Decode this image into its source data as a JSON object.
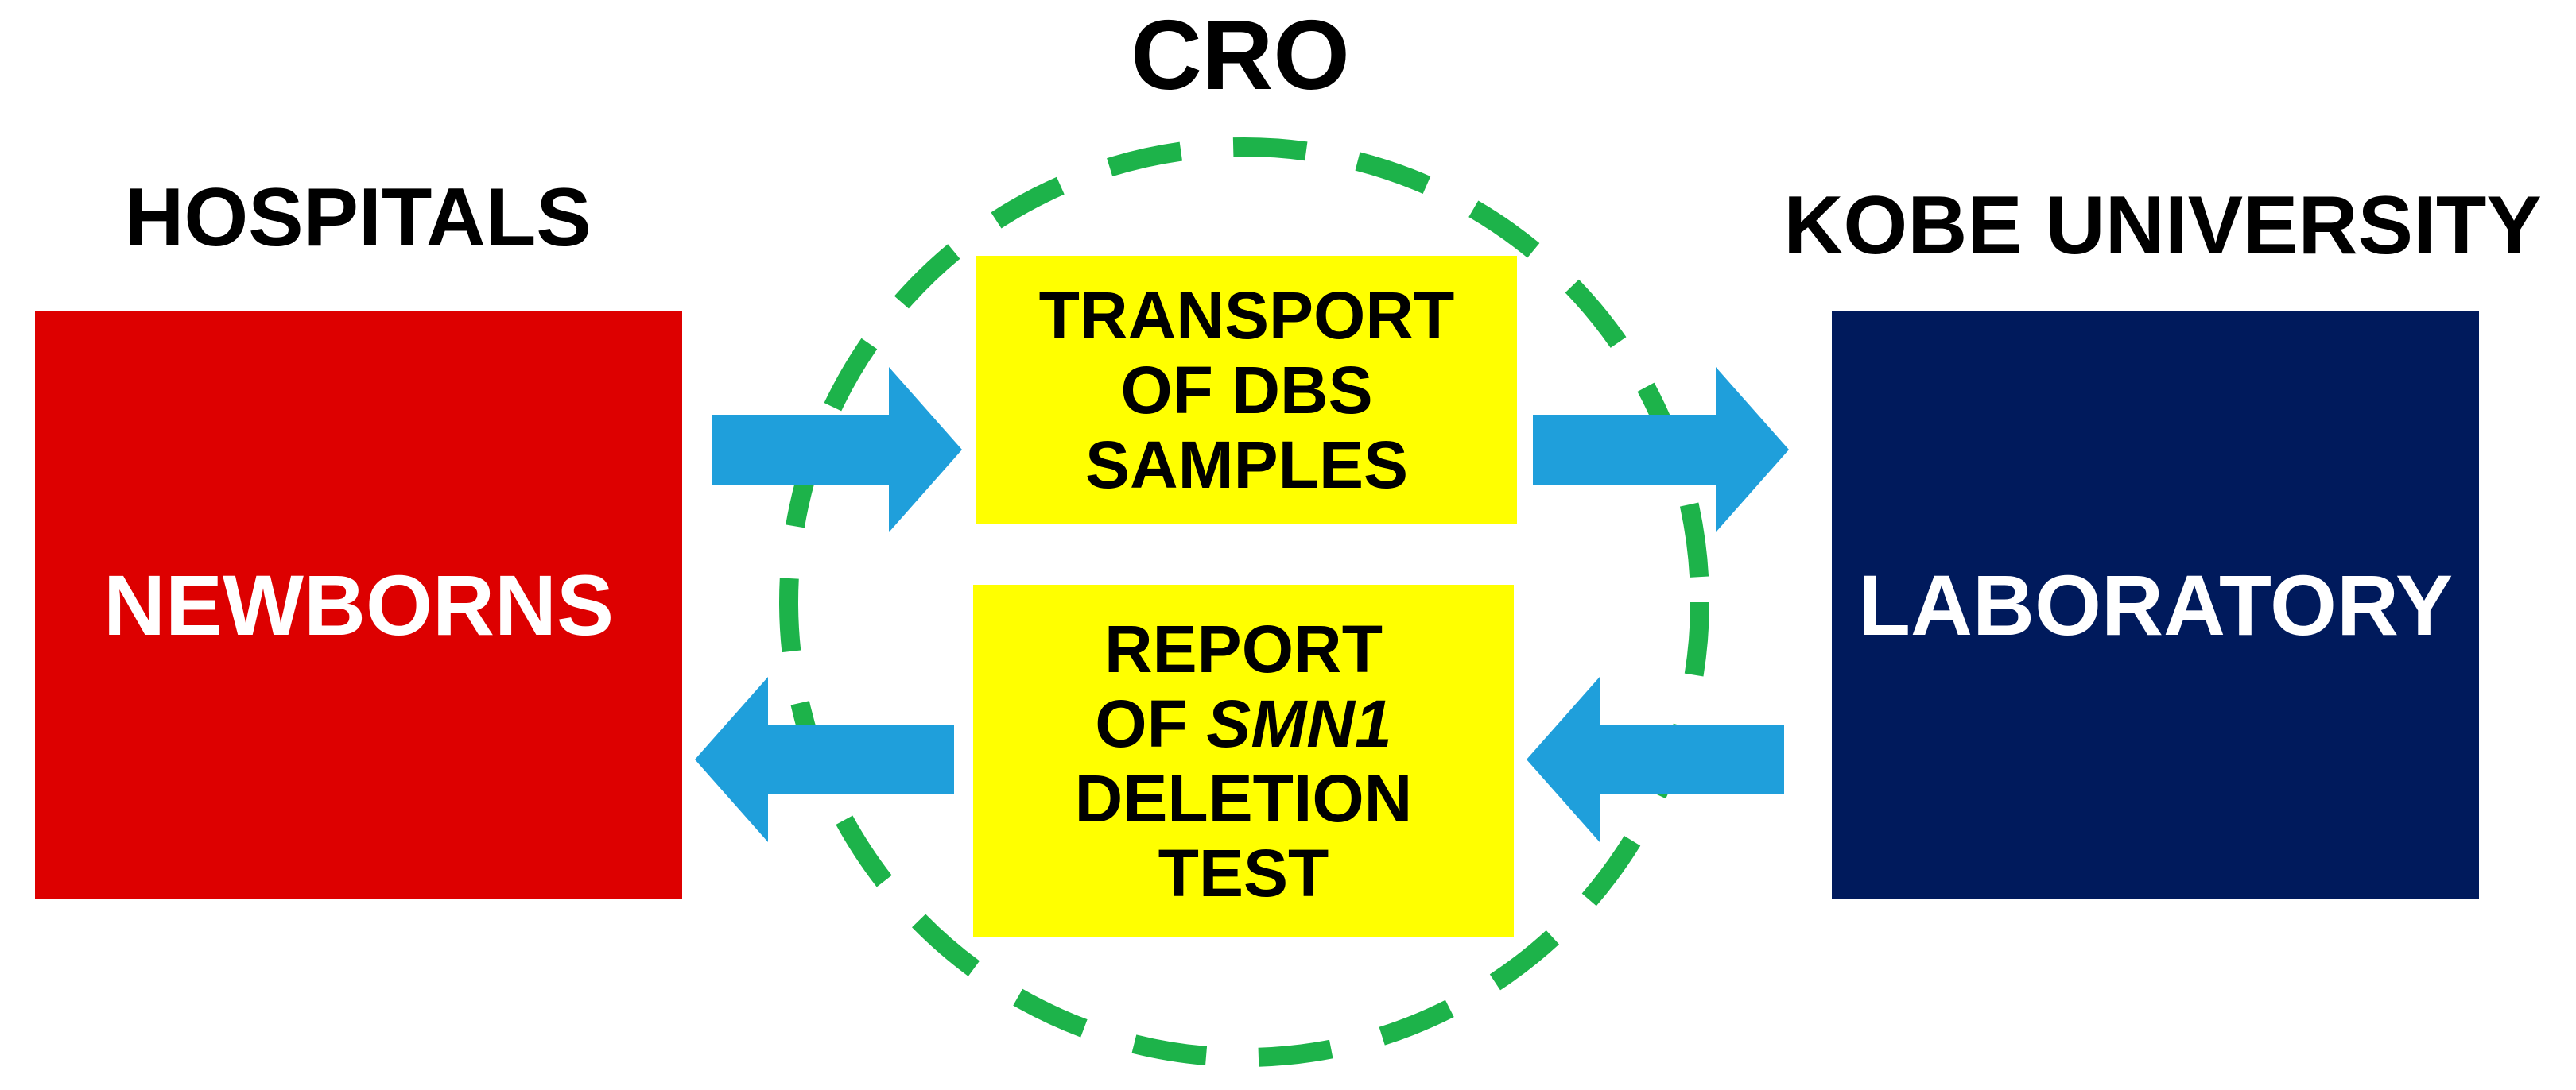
{
  "colors": {
    "newborns_fill": "#dd0000",
    "laboratory_fill": "#001a5c",
    "task_fill": "#ffff00",
    "arrow_fill": "#1f9fdb",
    "cro_ring": "#1db34a",
    "text_dark": "#000000",
    "text_light": "#ffffff"
  },
  "headings": {
    "cro": "CRO",
    "hospitals": "HOSPITALS",
    "kobe": "KOBE UNIVERSITY"
  },
  "blocks": {
    "newborns": "NEWBORNS",
    "laboratory": "LABORATORY"
  },
  "tasks": {
    "transport": {
      "line1": "TRANSPORT",
      "line2": "OF DBS",
      "line3": "SAMPLES"
    },
    "report": {
      "line1": "REPORT",
      "line2_prefix": "OF ",
      "line2_gene": "SMN1",
      "line3": "DELETION",
      "line4": "TEST"
    }
  },
  "arrows": {
    "hospitals_to_cro": "arrow-right",
    "cro_to_laboratory": "arrow-right",
    "laboratory_to_cro": "arrow-left",
    "cro_to_hospitals": "arrow-left"
  }
}
